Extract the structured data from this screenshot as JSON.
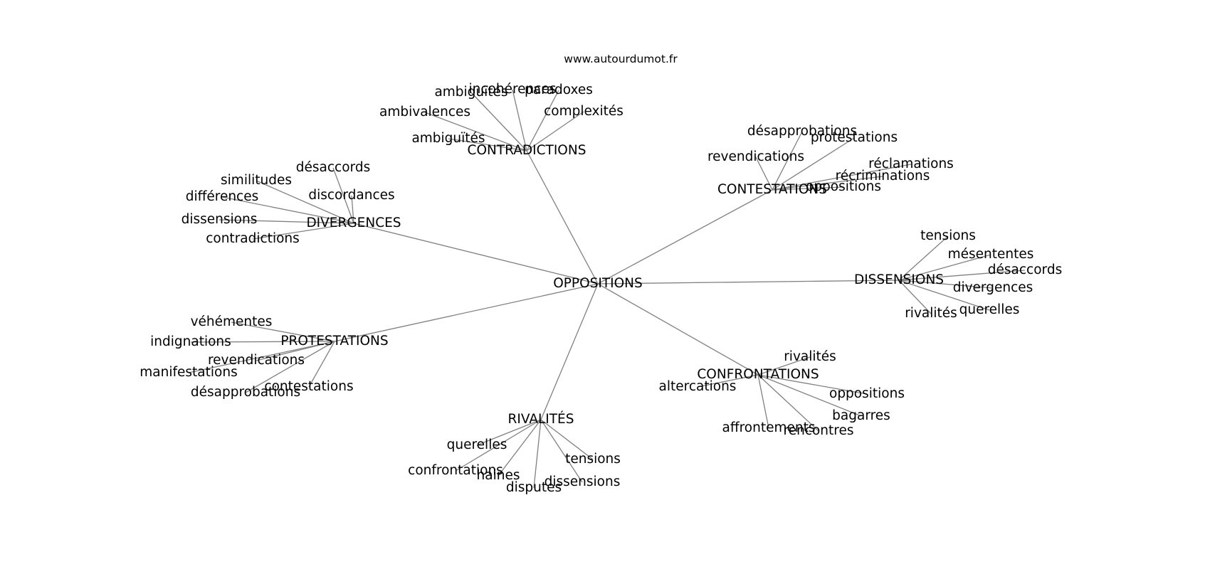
{
  "site": "www.autourdumot.fr",
  "center": "OPPOSITIONS",
  "groups": [
    {
      "label": "CONTRADICTIONS",
      "words": [
        "ambiguïtés",
        "ambivalences",
        "ambiguïtés",
        "incohérences",
        "paradoxes",
        "complexités"
      ]
    },
    {
      "label": "CONTESTATIONS",
      "words": [
        "revendications",
        "désapprobations",
        "protestations",
        "réclamations",
        "récriminations",
        "oppositions"
      ]
    },
    {
      "label": "DIVERGENCES",
      "words": [
        "désaccords",
        "similitudes",
        "discordances",
        "différences",
        "dissensions",
        "contradictions"
      ]
    },
    {
      "label": "DISSENSIONS",
      "words": [
        "tensions",
        "mésententes",
        "désaccords",
        "divergences",
        "querelles",
        "rivalités"
      ]
    },
    {
      "label": "PROTESTATIONS",
      "words": [
        "véhémentes",
        "indignations",
        "revendications",
        "manifestations",
        "contestations",
        "désapprobations"
      ]
    },
    {
      "label": "CONFRONTATIONS",
      "words": [
        "rivalités",
        "altercations",
        "oppositions",
        "bagarres",
        "affrontements",
        "rencontres"
      ]
    },
    {
      "label": "RIVALITÉS",
      "words": [
        "querelles",
        "confrontations",
        "haines",
        "disputes",
        "dissensions",
        "tensions"
      ]
    }
  ]
}
